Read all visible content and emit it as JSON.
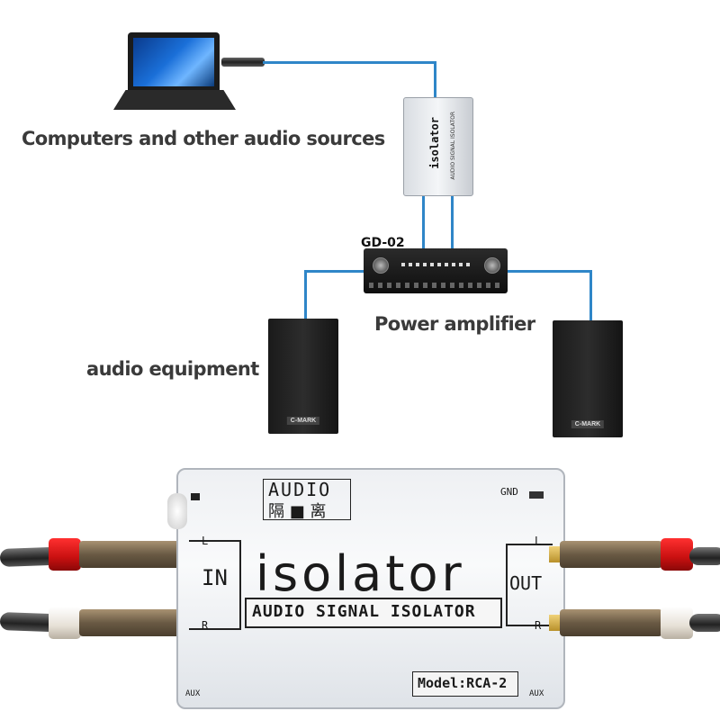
{
  "labels": {
    "sources": "Computers and other audio sources",
    "amplifier": "Power amplifier",
    "equipment": "audio equipment",
    "amp_model": "GD-02"
  },
  "small_isolator": {
    "text": "isolator",
    "subtext": "AUDIO SIGNAL ISOLATOR"
  },
  "speaker_badge": "C-MARK",
  "device": {
    "title_top": "AUDIO",
    "title_bottom": "隔 ■ 离",
    "main_text": "isolator",
    "sub_text": "AUDIO SIGNAL ISOLATOR",
    "model": "Model:RCA-2",
    "in_label": "IN",
    "out_label": "OUT",
    "l_label": "L",
    "r_label": "R",
    "gnd_label": "GND",
    "aux_left": "AUX",
    "aux_right": "AUX"
  },
  "colors": {
    "wire": "#2f86c8",
    "label_text": "#3a3a3a"
  }
}
